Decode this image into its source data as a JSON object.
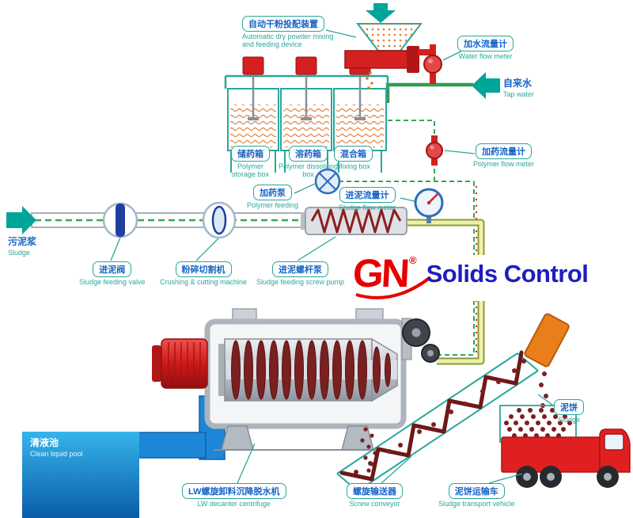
{
  "logo": {
    "gn": "GN",
    "registered": "®",
    "brand": "Solids Control"
  },
  "labels": {
    "dry_powder": {
      "zh": "自动干粉投配装置",
      "en": "Automatic dry powder mixing\nand feeding device"
    },
    "water_flow_meter": {
      "zh": "加水流量计",
      "en": "Water flow meter"
    },
    "tap_water": {
      "zh": "自来水",
      "en": "Tap water"
    },
    "polymer_storage_box": {
      "zh": "储药箱",
      "en": "Polymer\nstorage box"
    },
    "polymer_dissolving_box": {
      "zh": "溶药箱",
      "en": "Polymer dissolving\nbox"
    },
    "mixing_box": {
      "zh": "混合箱",
      "en": "Mixing box"
    },
    "polymer_flow_meter": {
      "zh": "加药流量计",
      "en": "Polymer flow meter"
    },
    "polymer_feeding_pump": {
      "zh": "加药泵",
      "en": "Polymer feeding"
    },
    "sludge_flow_meter": {
      "zh": "进泥流量计",
      "en": "Sludge flow meter"
    },
    "sludge_inlet": {
      "zh": "污泥浆",
      "en": "Sludge"
    },
    "sludge_feeding_valve": {
      "zh": "进泥阀",
      "en": "Sludge feeding valve"
    },
    "crushing_machine": {
      "zh": "粉碎切割机",
      "en": "Crushing & cutting machine"
    },
    "sludge_screw_pump": {
      "zh": "进泥螺杆泵",
      "en": "Sludge feeding screw pump"
    },
    "decanter_centrifuge": {
      "zh": "LW螺旋卸料沉降脱水机",
      "en": "LW decanter centrifuge"
    },
    "clean_liquid_pool": {
      "zh": "清液池",
      "en": "Clean liquid pool"
    },
    "screw_conveyor": {
      "zh": "螺旋输送器",
      "en": "Screw conveyor"
    },
    "sludge_cake": {
      "zh": "泥饼",
      "en": "Sludge"
    },
    "sludge_transport_vehicle": {
      "zh": "泥饼运输车",
      "en": "Sludge transport vehicle"
    }
  },
  "colors": {
    "teal": "#00a59a",
    "label_blue": "#1663c7",
    "label_teal": "#2aa79b",
    "logo_red": "#e60000",
    "logo_blue": "#1d1dbf",
    "pipe_green": "#2f9e52",
    "machine_red": "#d42020",
    "dark_red": "#7a2020",
    "pool_blue_top": "#35b4ea",
    "pool_blue_bottom": "#0a5ca8"
  }
}
